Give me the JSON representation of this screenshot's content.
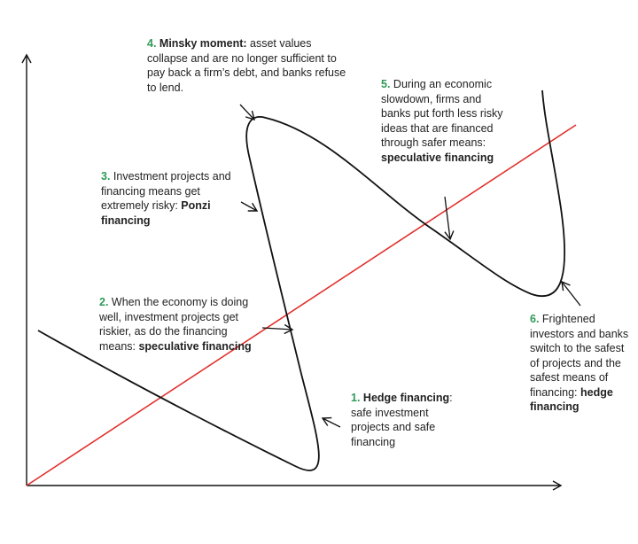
{
  "annotations": [
    {
      "id": "a1",
      "num": "1.",
      "bold": "Hedge financing",
      "rest": ": safe investment projects and safe financing"
    },
    {
      "id": "a2",
      "num": "2.",
      "lead": " When the economy is doing well, investment projects get riskier, as do the financing means: ",
      "bold": "speculative financing"
    },
    {
      "id": "a3",
      "num": "3.",
      "lead": " Investment projects and financing means get extremely risky: ",
      "bold": "Ponzi financing"
    },
    {
      "id": "a4",
      "num": "4.",
      "bold": " Minsky moment:",
      "rest": " asset values collapse and are no longer sufficient to pay back a firm’s debt, and banks refuse to lend."
    },
    {
      "id": "a5",
      "num": "5.",
      "lead": " During an economic slowdown, firms and banks put forth less risky ideas that are financed through safer means: ",
      "bold": "speculative financing"
    },
    {
      "id": "a6",
      "num": "6.",
      "lead": " Frightened investors and banks switch to the safest of projects and the safest means of financing: ",
      "bold": "hedge financing"
    }
  ],
  "colors": {
    "trend_line": "#e0302c",
    "curve": "#111111",
    "axes": "#111111",
    "number_accent": "#2e9a57"
  }
}
